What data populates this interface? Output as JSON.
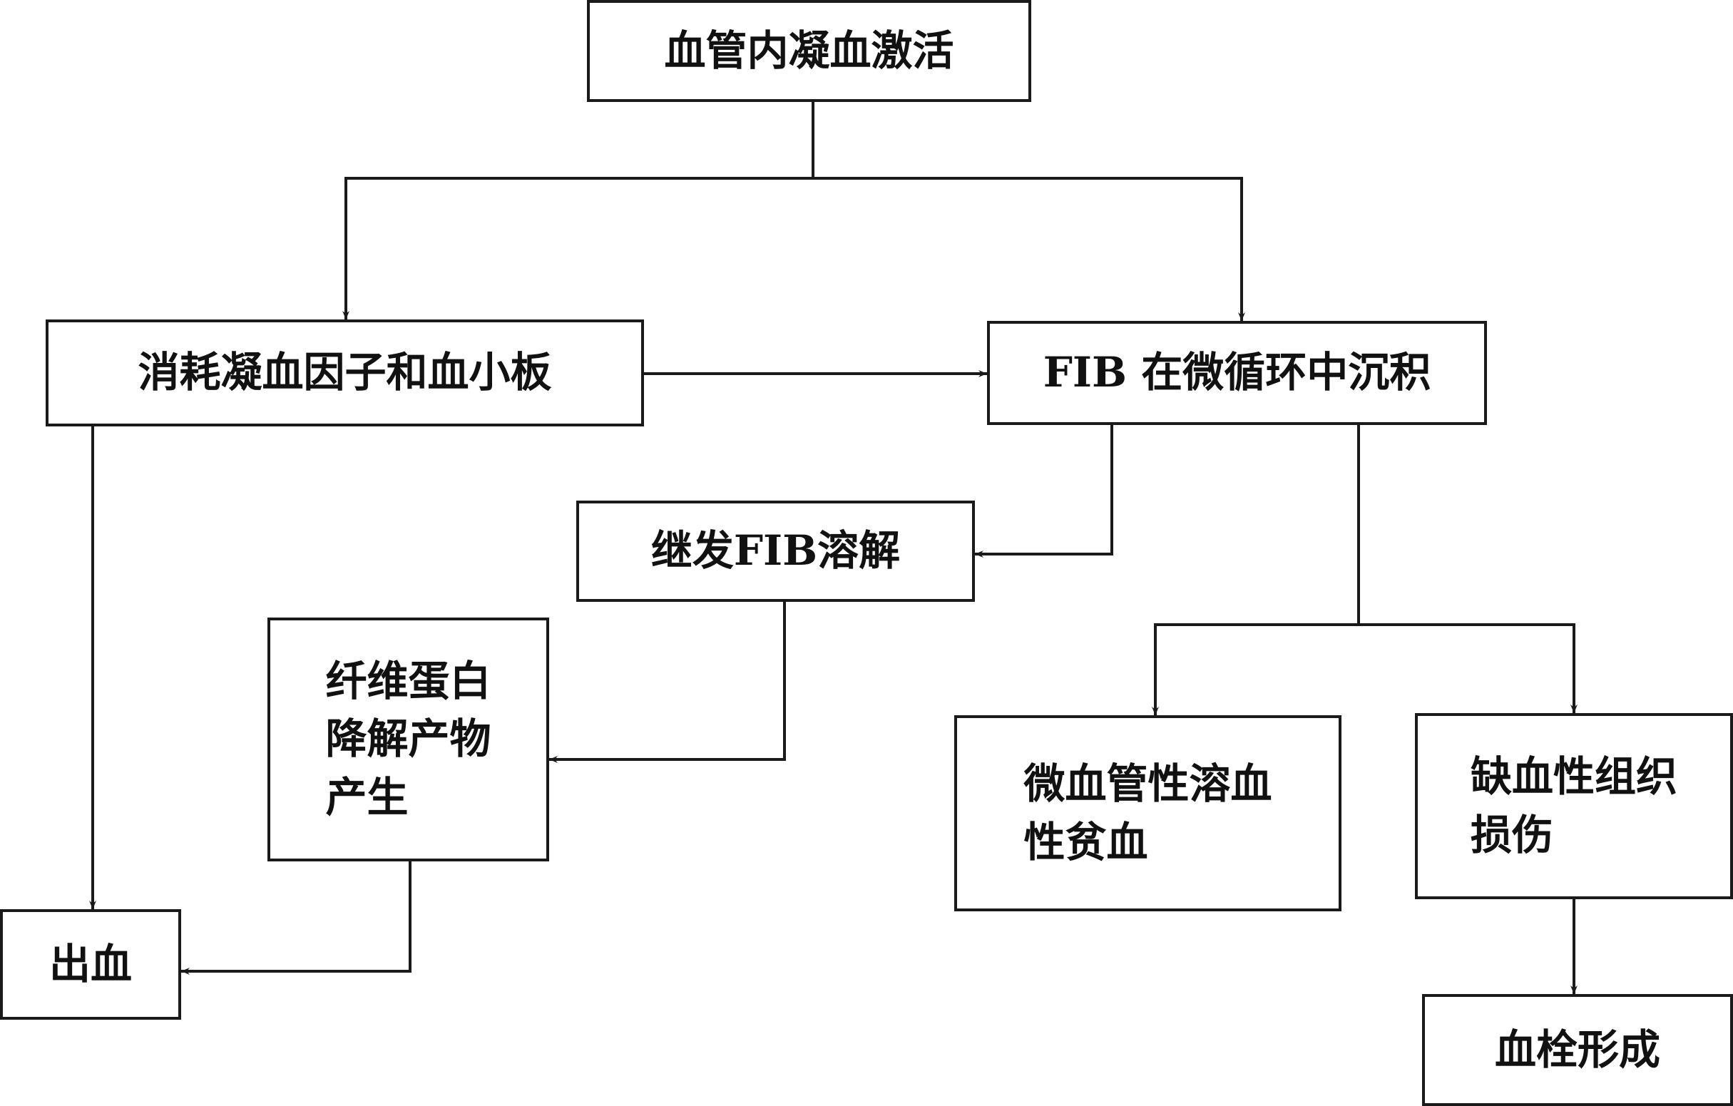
{
  "nodes": {
    "activation": "血管内凝血激活",
    "consume": "消耗凝血因子和血小板",
    "fib_deposit": "FIB 在微循环中沉积",
    "fibrinolysis": "继发FIB溶解",
    "fdp": "纤维蛋白\n降解产物\n产生",
    "bleeding": "出血",
    "hemolytic_anemia": "微血管性溶血\n性贫血",
    "ischemic_damage": "缺血性组织\n损伤",
    "thrombosis": "血栓形成"
  }
}
